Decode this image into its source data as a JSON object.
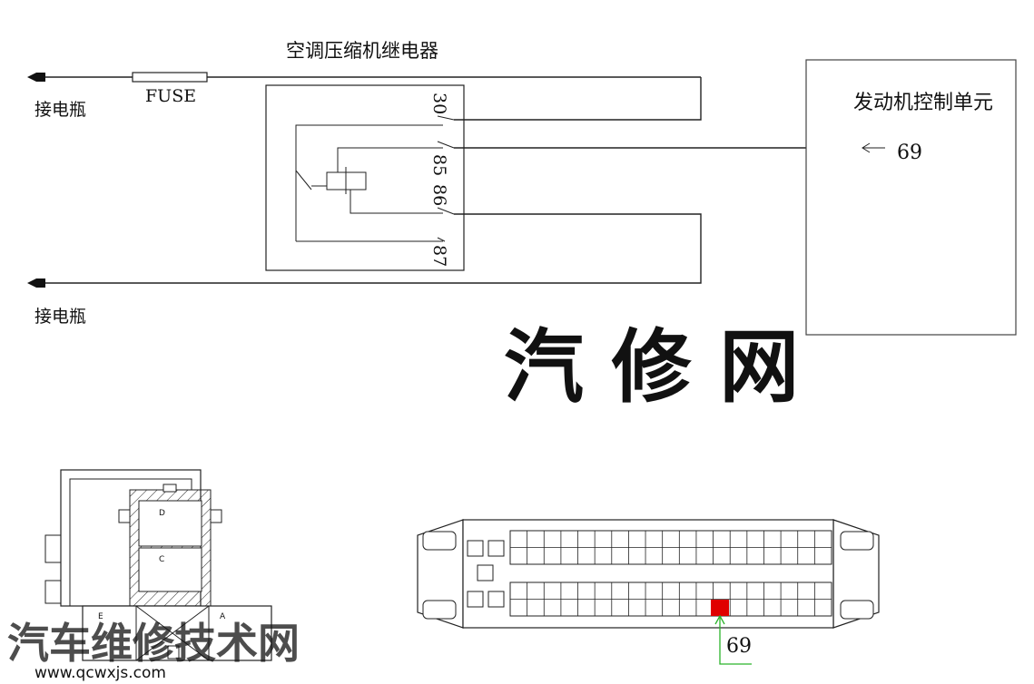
{
  "title": "空调压缩机继电器",
  "battery_label_top": "接电瓶",
  "battery_label_bottom": "接电瓶",
  "fuse_label": "FUSE",
  "ecu_label": "发动机控制单元",
  "relay_pins": {
    "pin30": "30",
    "pin85": "85",
    "pin86": "86",
    "pin87": "87"
  },
  "ecu_pin": "69",
  "connector_pin_label": "69",
  "relay_socket_labels": {
    "d": "D",
    "c": "C",
    "e": "E",
    "a": "A"
  },
  "watermark": {
    "main": "汽车维修技术网",
    "url": "www.qcwxjs.com"
  },
  "colors": {
    "highlight_pin": "#e00000",
    "pointer_line": "#2bb32b",
    "watermark": "#8fa2c4"
  }
}
